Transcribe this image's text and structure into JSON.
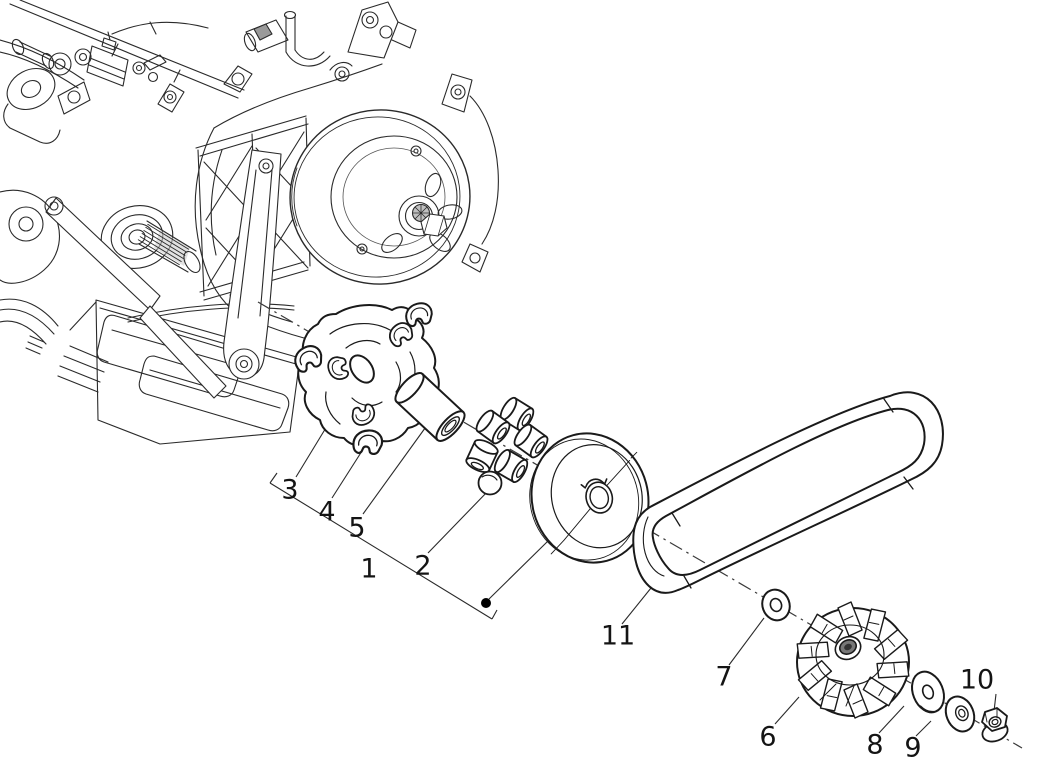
{
  "diagram": {
    "background_color": "#ffffff",
    "line_color": "#1a1a1a",
    "assembly_dot_color": "#000000",
    "callouts": [
      {
        "label": "1"
      },
      {
        "label": "2"
      },
      {
        "label": "3"
      },
      {
        "label": "4"
      },
      {
        "label": "5"
      },
      {
        "label": "6"
      },
      {
        "label": "7"
      },
      {
        "label": "8"
      },
      {
        "label": "9"
      },
      {
        "label": "10"
      },
      {
        "label": "11"
      }
    ]
  }
}
